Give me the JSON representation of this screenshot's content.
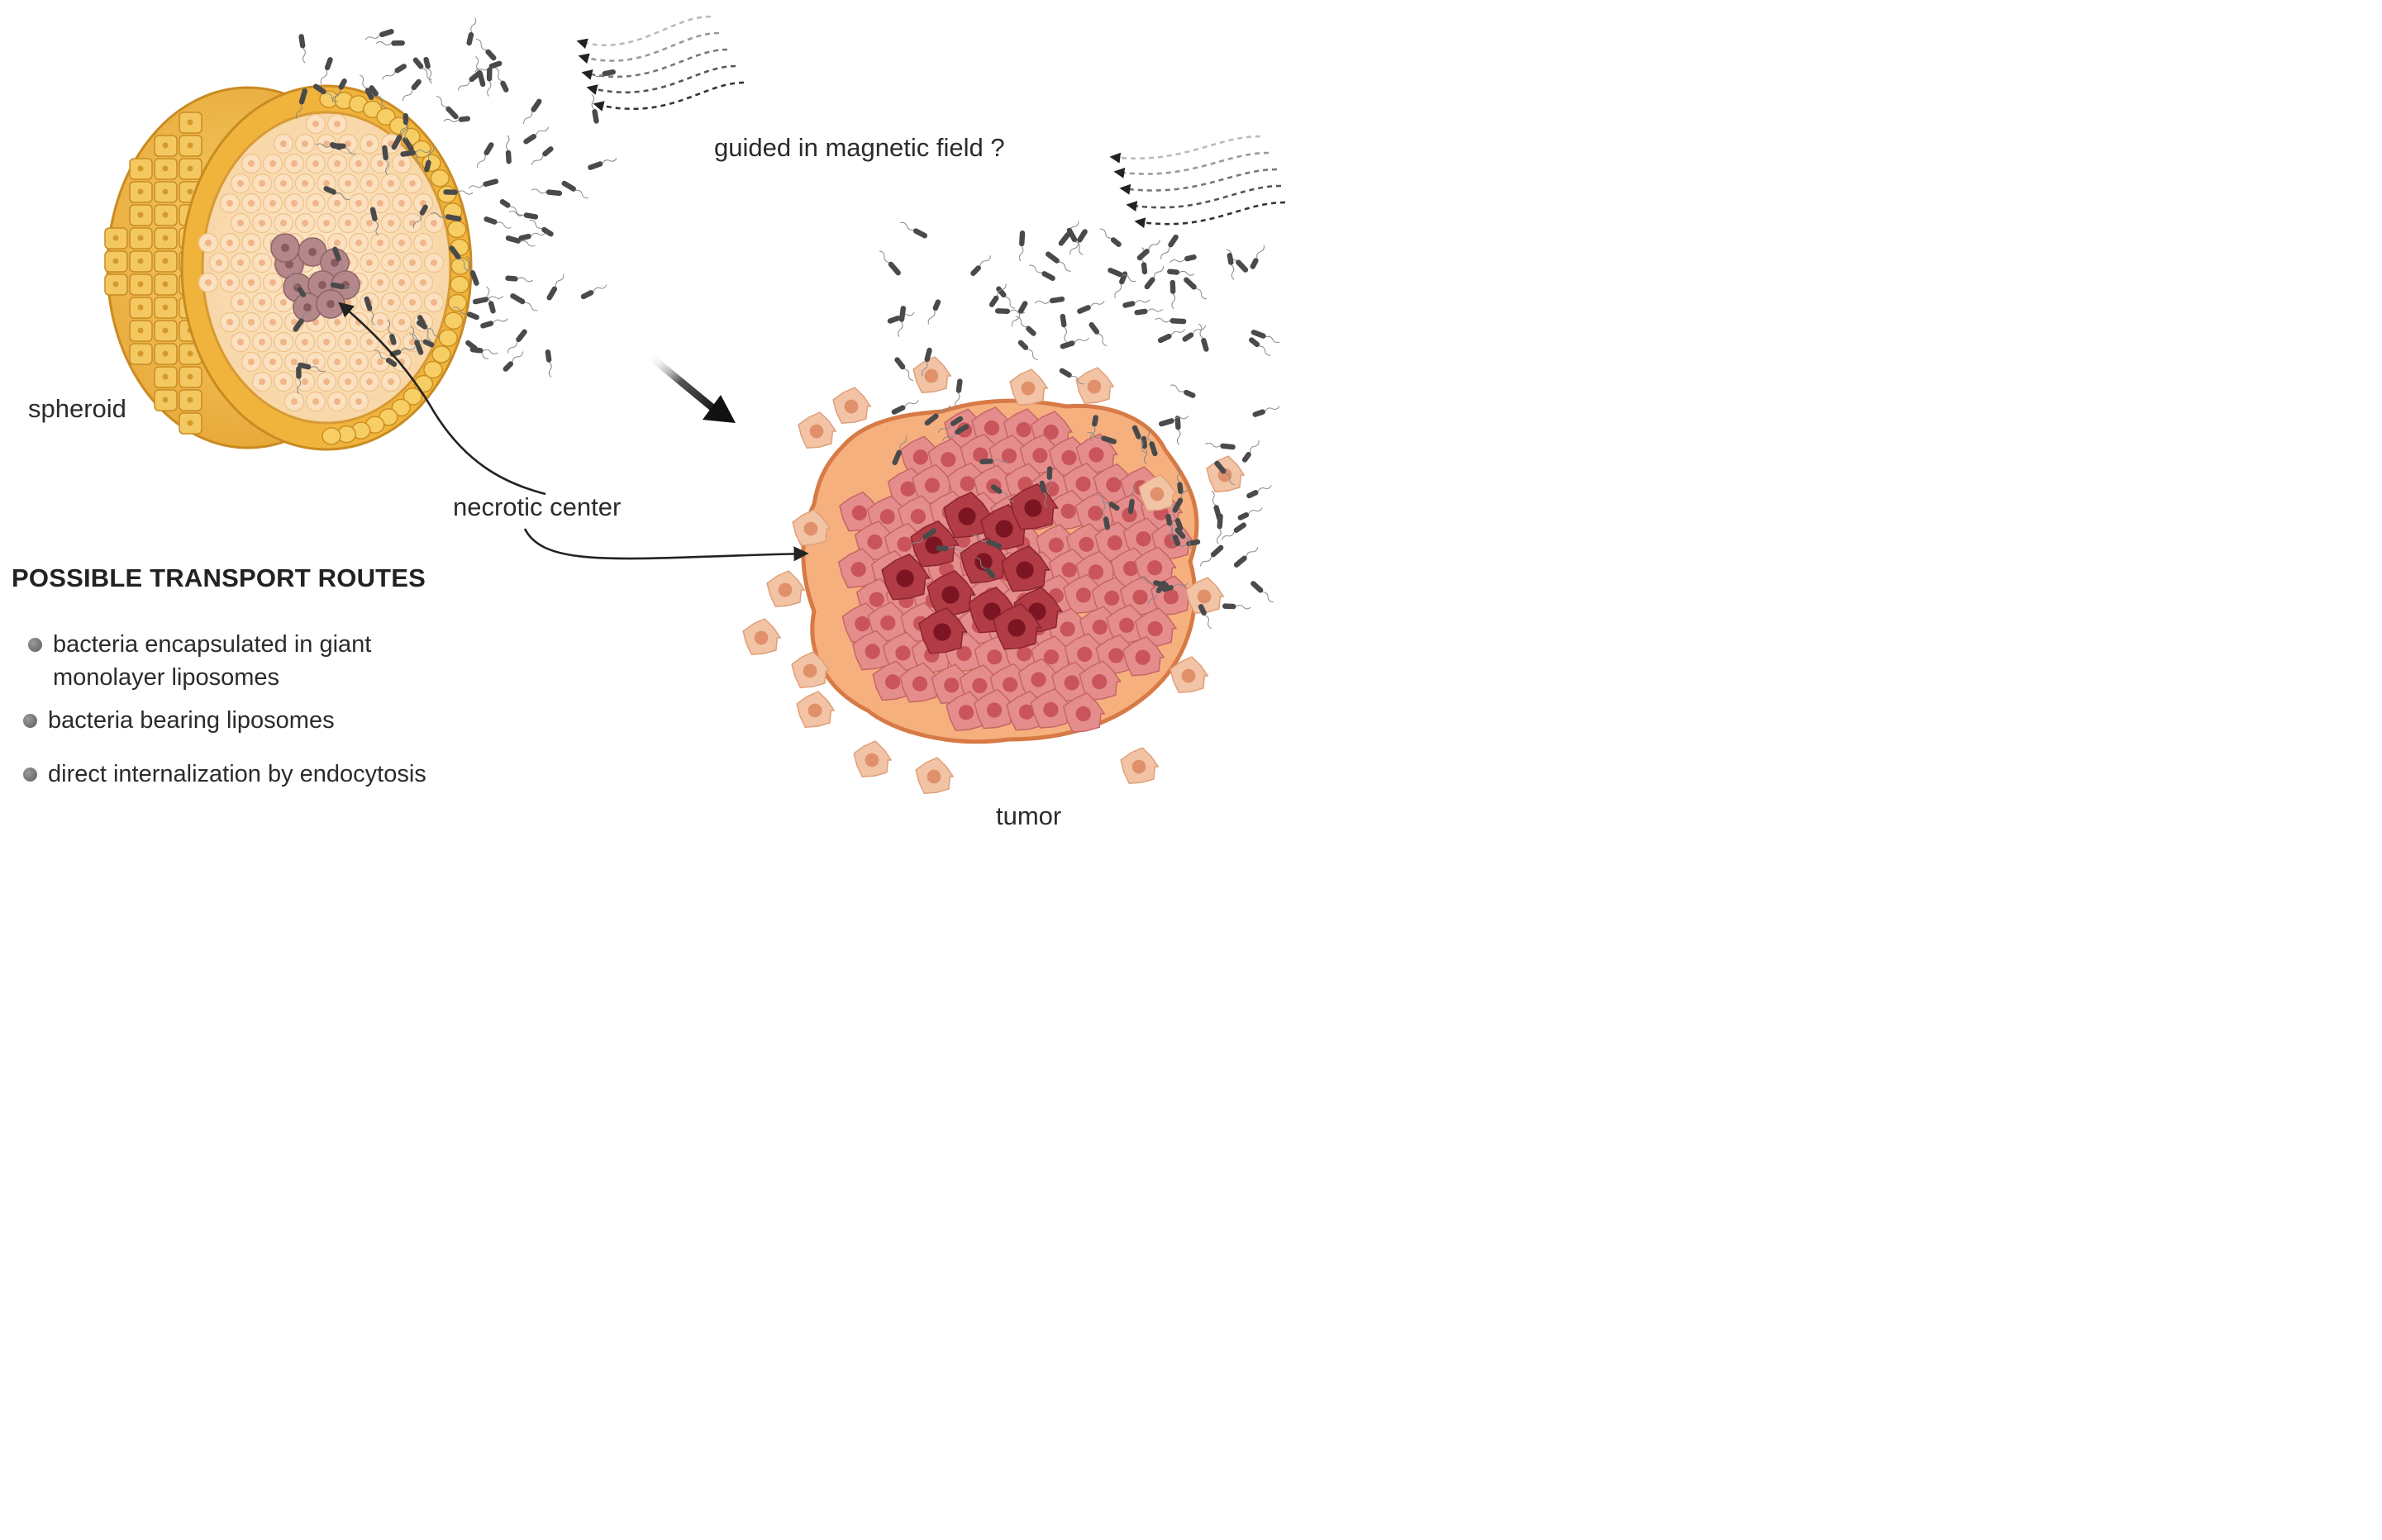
{
  "labels": {
    "spheroid": "spheroid",
    "tumor": "tumor",
    "necrotic_center": "necrotic center",
    "magnetic_field": "guided in magnetic field ?"
  },
  "transport": {
    "heading": "POSSIBLE TRANSPORT ROUTES",
    "routes": [
      {
        "line1": "bacteria encapsulated in giant",
        "line2": "monolayer liposomes"
      },
      {
        "line1": "bacteria bearing liposomes"
      },
      {
        "line1": "direct internalization by endocytosis"
      }
    ]
  },
  "colors": {
    "spheroid_outer": "#f2c04c",
    "spheroid_inner": "#fde7c8",
    "necrotic_spheroid": "#a97e80",
    "tumor_cells": "#d9767a",
    "tumor_core": "#8e1f2c",
    "bacteria": "#444444"
  }
}
